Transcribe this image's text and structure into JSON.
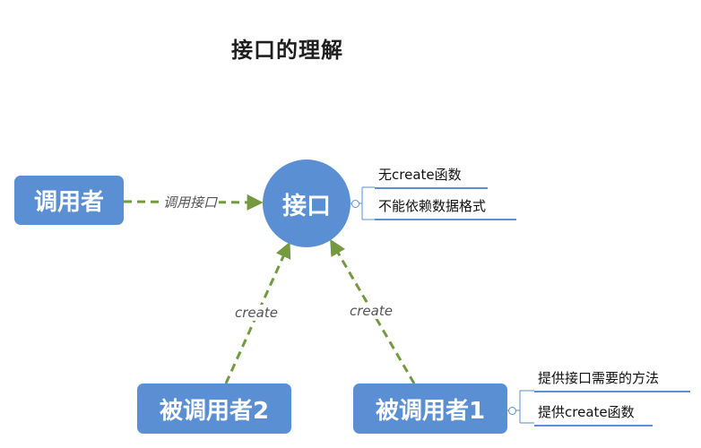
{
  "title": "接口的理解",
  "nodes": {
    "caller": "调用者",
    "interface": "接口",
    "impl2": "被调用者2",
    "impl1": "被调用者1"
  },
  "edges": {
    "call_label": "调用接口",
    "create_label_left": "create",
    "create_label_right": "create"
  },
  "notes": {
    "interface": [
      "无create函数",
      "不能依赖数据格式"
    ],
    "impl1": [
      "提供接口需要的方法",
      "提供create函数"
    ]
  },
  "colors": {
    "node": "#5b8fd4",
    "arrow": "#739a3f",
    "note_line": "#5b8fd4"
  }
}
